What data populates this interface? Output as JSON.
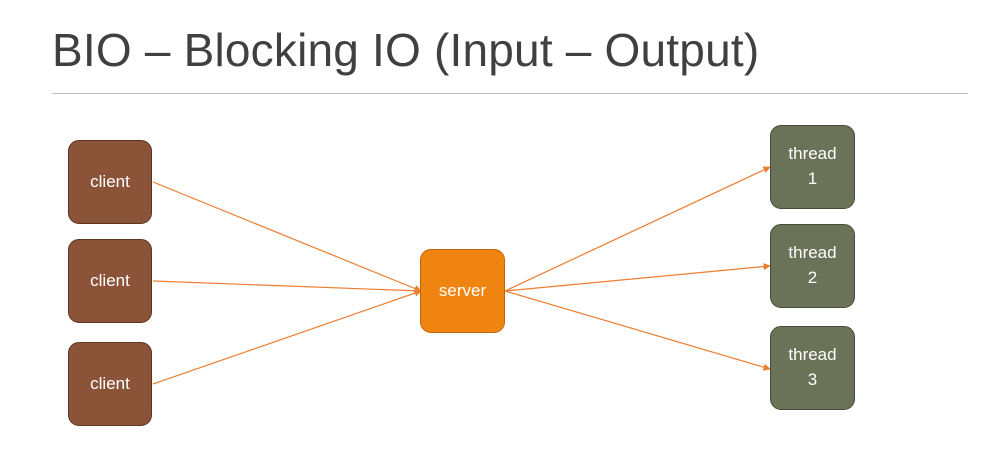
{
  "slide": {
    "title": "BIO – Blocking IO (Input – Output)"
  },
  "diagram": {
    "clients": [
      {
        "label": "client"
      },
      {
        "label": "client"
      },
      {
        "label": "client"
      }
    ],
    "server": {
      "label": "server"
    },
    "threads": [
      {
        "label": "thread",
        "number": "1"
      },
      {
        "label": "thread",
        "number": "2"
      },
      {
        "label": "thread",
        "number": "3"
      }
    ],
    "colors": {
      "client_fill": "#8b5439",
      "server_fill": "#ef8411",
      "thread_fill": "#6a7357",
      "connector": "#ed7d31",
      "title_text": "#404040"
    }
  }
}
